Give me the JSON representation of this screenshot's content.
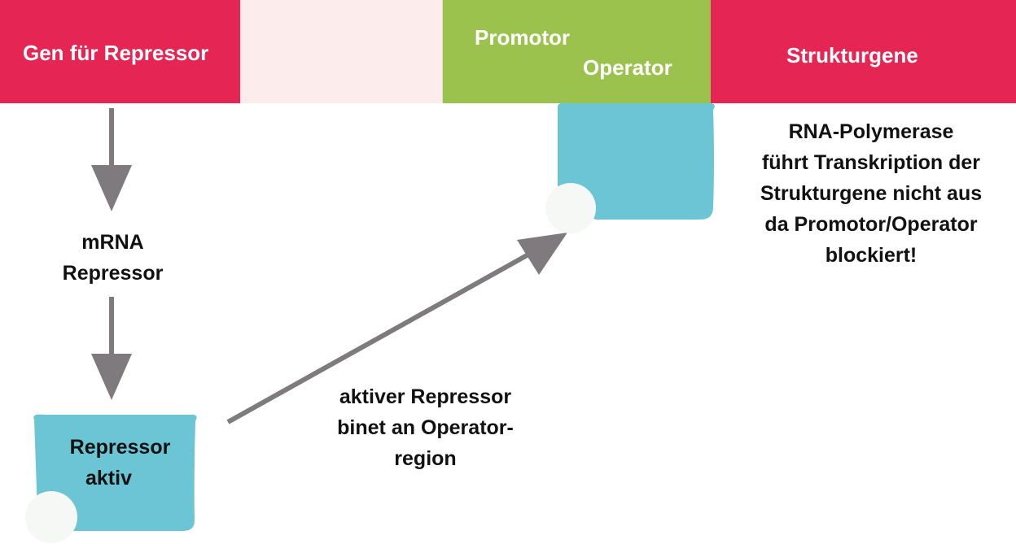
{
  "colors": {
    "gene_bar": "#E52553",
    "gap_bar": "#FDECEC",
    "promotor_bar": "#9AC24C",
    "structural_bar": "#E52553",
    "repressor_shape": "#6BC5D5",
    "arrow": "#7E7A7E"
  },
  "top_bar": {
    "gene_label": "Gen für Repressor",
    "promotor_label": "Promotor",
    "operator_label": "Operator",
    "structural_label": "Strukturgene"
  },
  "steps": {
    "mrna_line1": "mRNA",
    "mrna_line2": "Repressor",
    "active_line1": "Repressor",
    "active_line2": "aktiv",
    "binding_line1": "aktiver Repressor",
    "binding_line2": "binet an Operator-",
    "binding_line3": "region"
  },
  "note": {
    "line1": "RNA-Polymerase",
    "line2": "führt Transkription der",
    "line3": "Strukturgene nicht aus",
    "line4": "da Promotor/Operator",
    "line5": "blockiert!"
  }
}
